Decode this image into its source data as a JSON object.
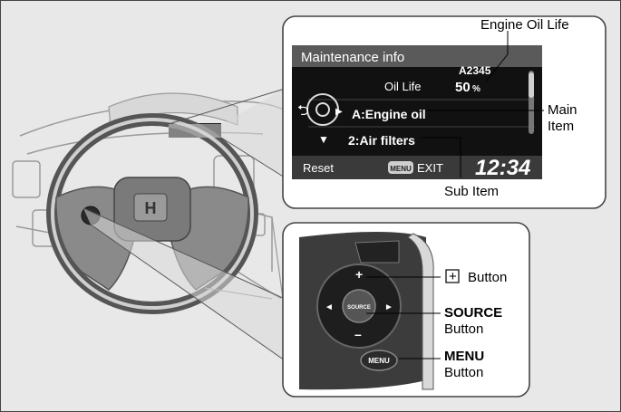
{
  "screen": {
    "title": "Maintenance info",
    "code": "A2345",
    "oil_life_label": "Oil Life",
    "oil_life_value": "50",
    "oil_life_unit": "%",
    "main_item": "A:Engine oil",
    "sub_item": "2:Air filters",
    "reset_label": "Reset",
    "menu_icon_label": "MENU",
    "exit_label": "EXIT",
    "clock": "12:34"
  },
  "callouts": {
    "engine_oil_life": "Engine Oil Life",
    "main_item_line1": "Main",
    "main_item_line2": "Item",
    "sub_item": "Sub Item",
    "plus_button_symbol": "+",
    "plus_button": "Button",
    "source_line1": "SOURCE",
    "source_line2": "Button",
    "menu_line1": "MENU",
    "menu_line2": "Button"
  },
  "wheel_controls": {
    "plus": "+",
    "minus": "–",
    "left": "◄",
    "right": "►",
    "source": "SOURCE",
    "menu": "MENU"
  },
  "colors": {
    "screen_bg": "#111111",
    "screen_header": "#5a5a5a",
    "panel_border": "#444444",
    "background": "#e8e8e8"
  }
}
